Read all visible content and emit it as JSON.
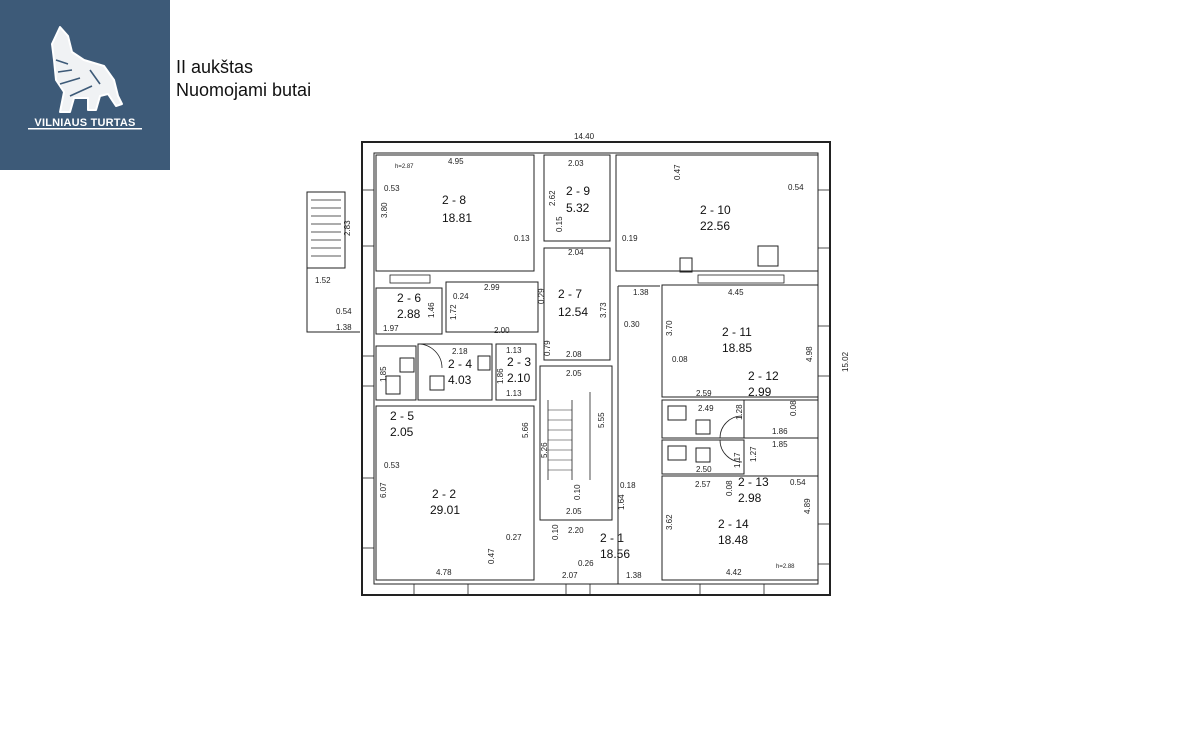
{
  "logo": {
    "text": "VILNIAUS TURTAS",
    "icon": "wolf-icon",
    "background": "#3d5a78"
  },
  "heading": {
    "line1": "II aukštas",
    "line2": "Nuomojami butai"
  },
  "plan": {
    "rooms": [
      {
        "id": "2 - 1",
        "area": "18.56"
      },
      {
        "id": "2 - 2",
        "area": "29.01"
      },
      {
        "id": "2 - 3",
        "area": "2.10"
      },
      {
        "id": "2 - 4",
        "area": "4.03"
      },
      {
        "id": "2 - 5",
        "area": "2.05"
      },
      {
        "id": "2 - 6",
        "area": "2.88"
      },
      {
        "id": "2 - 7",
        "area": "12.54"
      },
      {
        "id": "2 - 8",
        "area": "18.81"
      },
      {
        "id": "2 - 9",
        "area": "5.32"
      },
      {
        "id": "2 - 10",
        "area": "22.56"
      },
      {
        "id": "2 - 11",
        "area": "18.85"
      },
      {
        "id": "2 - 12",
        "area": "2.99"
      },
      {
        "id": "2 - 13",
        "area": "2.98"
      },
      {
        "id": "2 - 14",
        "area": "18.48"
      }
    ],
    "dimensions": [
      "14.40",
      "15.02",
      "2.83",
      "1.52",
      "0.54",
      "1.38",
      "h=2.87",
      "4.95",
      "0.53",
      "3.80",
      "0.13",
      "2.03",
      "2.62",
      "0.15",
      "2.04",
      "0.47",
      "0.54",
      "0.19",
      "0.24",
      "2.99",
      "1.46",
      "1.72",
      "1.97",
      "0.29",
      "3.73",
      "1.38",
      "0.30",
      "4.45",
      "2.00",
      "2.18",
      "1.13",
      "1.86",
      "1.13",
      "0.79",
      "2.08",
      "1.85",
      "3.70",
      "0.08",
      "4.98",
      "2.59",
      "2.49",
      "1.28",
      "0.08",
      "1.86",
      "1.85",
      "2.05",
      "5.66",
      "5.26",
      "5.55",
      "2.50",
      "1.17",
      "1.27",
      "2.57",
      "0.08",
      "0.54",
      "0.53",
      "6.07",
      "0.10",
      "0.18",
      "1.64",
      "2.05",
      "2.20",
      "0.10",
      "0.27",
      "0.47",
      "4.78",
      "0.26",
      "2.07",
      "1.38",
      "3.62",
      "4.89",
      "4.42",
      "h=2.88"
    ]
  }
}
